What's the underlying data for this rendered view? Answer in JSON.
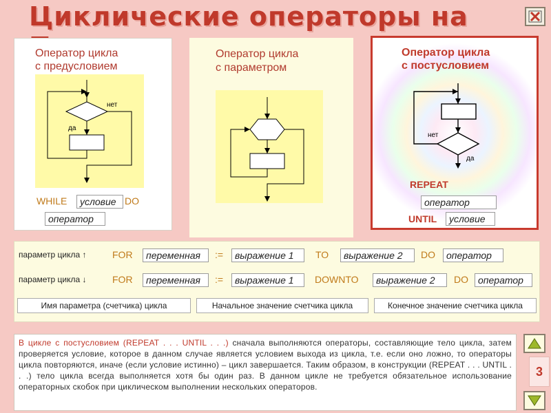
{
  "title": "Циклические операторы на Паскале",
  "icons": {
    "close": "close-icon",
    "up": "arrow-up-icon",
    "down": "arrow-down-icon"
  },
  "precondition": {
    "title_line1": "Оператор цикла",
    "title_line2": "с предусловием",
    "no_label": "нет",
    "yes_label": "да",
    "keyword_while": "WHILE",
    "condition": "условие",
    "keyword_do": "DO",
    "operator": "оператор"
  },
  "parameter": {
    "title_line1": "Оператор цикла",
    "title_line2": "с параметром"
  },
  "postcondition": {
    "title_line1": "Оператор цикла",
    "title_line2": "с постусловием",
    "no_label": "нет",
    "yes_label": "да",
    "keyword_repeat": "REPEAT",
    "operator": "оператор",
    "keyword_until": "UNTIL",
    "condition": "условие"
  },
  "for_syntax": {
    "row1": {
      "label": "параметр цикла ↑",
      "kw_for": "FOR",
      "variable": "переменная",
      "assign": ":=",
      "expr1": "выражение 1",
      "kw_to": "TO",
      "expr2": "выражение 2",
      "kw_do": "DO",
      "operator": "оператор"
    },
    "row2": {
      "label": "параметр цикла ↓",
      "kw_for": "FOR",
      "variable": "переменная",
      "assign": ":=",
      "expr1": "выражение 1",
      "kw_downto": "DOWNTO",
      "expr2": "выражение 2",
      "kw_do": "DO",
      "operator": "оператор"
    },
    "hints": {
      "name": "Имя параметра (счетчика) цикла",
      "initial": "Начальное значение счетчика цикла",
      "final": "Конечное значение счетчика цикла"
    }
  },
  "description": {
    "highlight": "В цикле с постусловием (REPEAT . . . UNTIL . . .)",
    "body": " сначала выполняются операторы, составляющие тело цикла, затем проверяется условие, которое в данном случае является условием выхода из цикла, т.е. если оно ложно, то операторы цикла повторяются, иначе (если условие истинно) – цикл завершается. Таким образом, в конструкции (REPEAT . . . UNTIL . . .) тело цикла всегда выполняется хотя бы один раз. В данном цикле не требуется обязательное использование операторных скобок при циклическом выполнении нескольких операторов."
  },
  "page_number": "3"
}
